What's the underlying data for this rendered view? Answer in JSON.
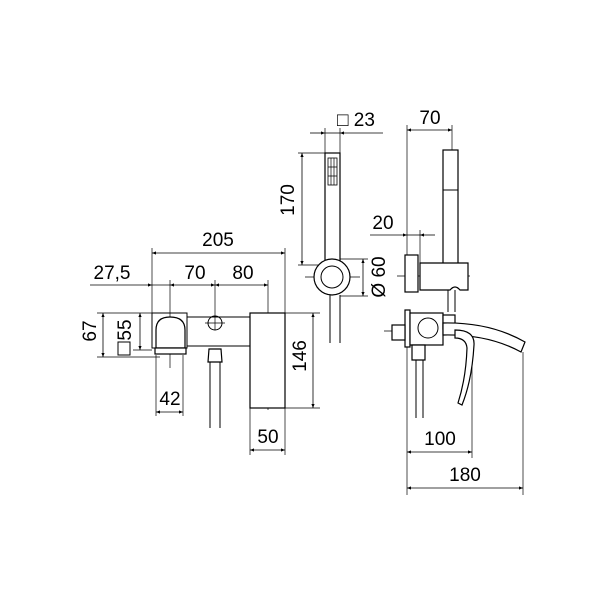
{
  "drawing": {
    "line_color": "#000000",
    "background": "#ffffff",
    "front_view": {
      "overall_width": "205",
      "offset_left": "27,5",
      "spacing_1": "70",
      "spacing_2": "80",
      "height_outer": "67",
      "height_inner": "55",
      "spout_width": "42",
      "body_height": "146",
      "body_width": "50"
    },
    "hand_shower_view": {
      "square_section": "□ 23",
      "shower_length": "170",
      "holder_diameter": "Ø 60"
    },
    "side_view": {
      "holder_projection": "70",
      "flange_thickness": "20",
      "spout_reach_inner": "100",
      "spout_reach_total": "180"
    }
  }
}
